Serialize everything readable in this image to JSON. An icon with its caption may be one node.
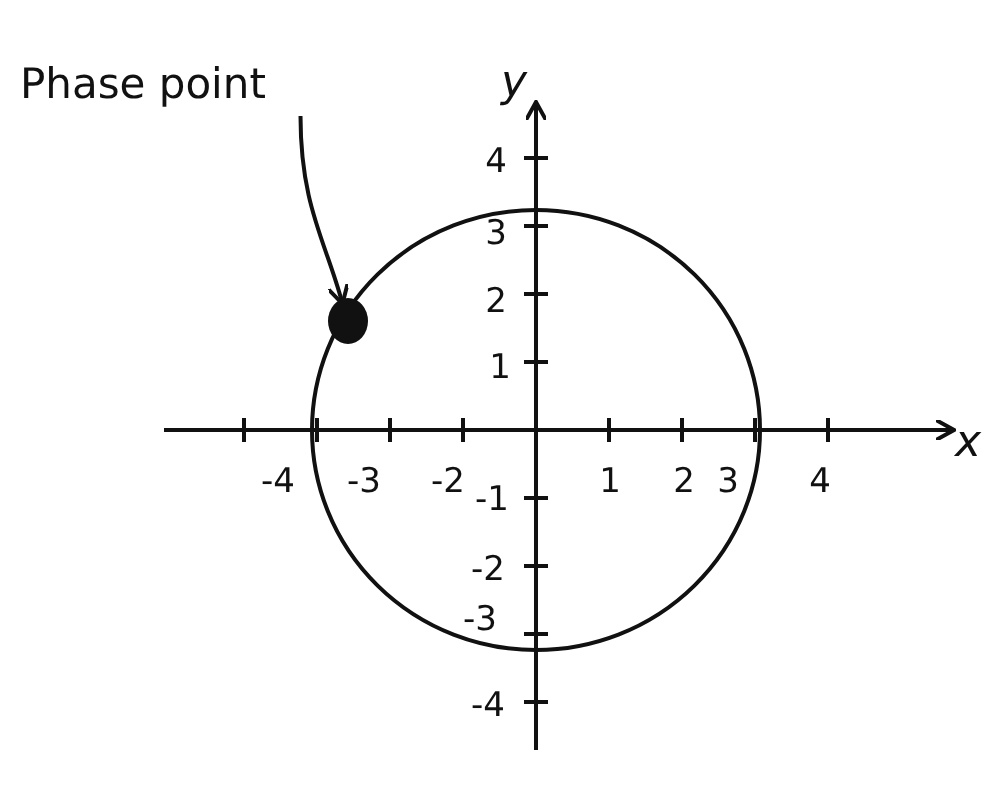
{
  "diagram": {
    "nodes": [
      {
        "text": [
          "Phase point"
        ]
      },
      {
        "text": [],
        "shape": "circle"
      }
    ],
    "edges": [
      {
        "from": 0,
        "to": 1,
        "arrow": "to"
      }
    ],
    "labels": [
      "y",
      "4",
      "3",
      "2",
      "1",
      "-4",
      "-3",
      "-2",
      "1",
      "2",
      "3",
      "4",
      "x",
      "-1",
      "-2",
      "-3",
      "-4"
    ]
  }
}
